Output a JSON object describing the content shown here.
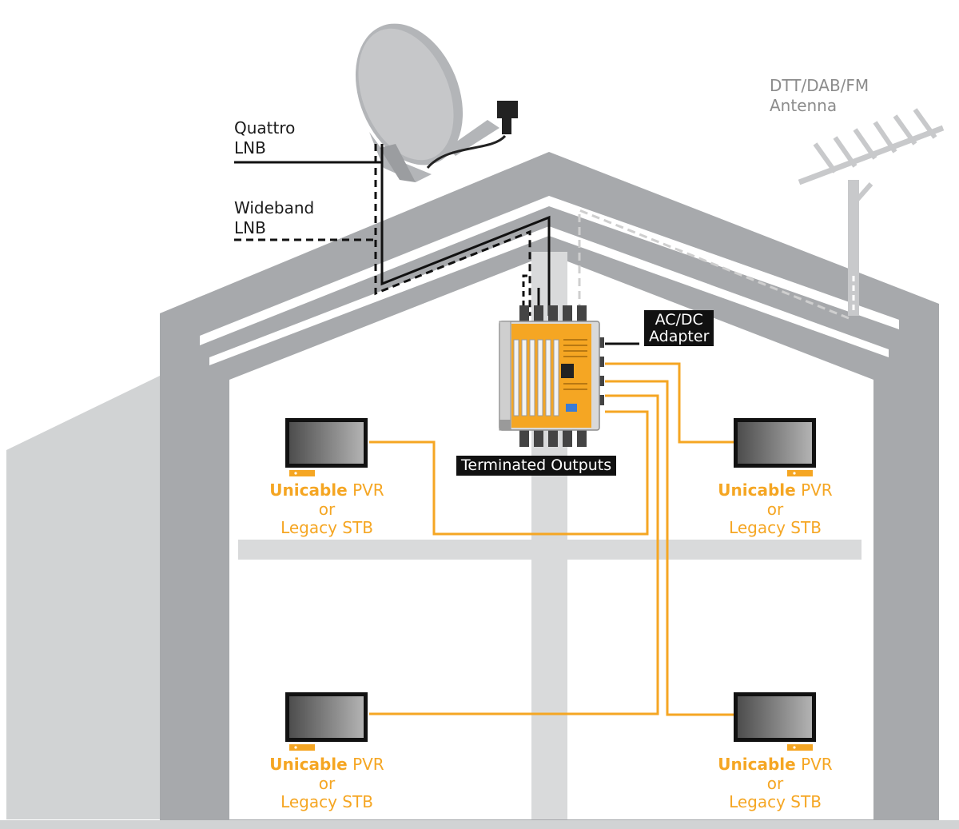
{
  "labels": {
    "quattro_l1": "Quattro",
    "quattro_l2": "LNB",
    "wideband_l1": "Wideband",
    "wideband_l2": "LNB",
    "antenna_l1": "DTT/DAB/FM",
    "antenna_l2": "Antenna",
    "acdc_l1": "AC/DC",
    "acdc_l2": "Adapter",
    "terminated": "Terminated Outputs"
  },
  "devices": [
    {
      "brand": "Unicable",
      "rest": "PVR",
      "line2": "or",
      "line3": "Legacy STB"
    },
    {
      "brand": "Unicable",
      "rest": "PVR",
      "line2": "or",
      "line3": "Legacy STB"
    },
    {
      "brand": "Unicable",
      "rest": "PVR",
      "line2": "or",
      "line3": "Legacy STB"
    },
    {
      "brand": "Unicable",
      "rest": "PVR",
      "line2": "or",
      "line3": "Legacy STB"
    }
  ],
  "colors": {
    "wall": "#a7a9ac",
    "ground": "#d1d3d4",
    "cable": "#f5a623",
    "label_dark": "#1a1a1a",
    "label_grey": "#8c8c8c"
  },
  "icons": [
    "satellite-dish-icon",
    "yagi-antenna-icon",
    "multiswitch-icon",
    "tv-icon"
  ]
}
